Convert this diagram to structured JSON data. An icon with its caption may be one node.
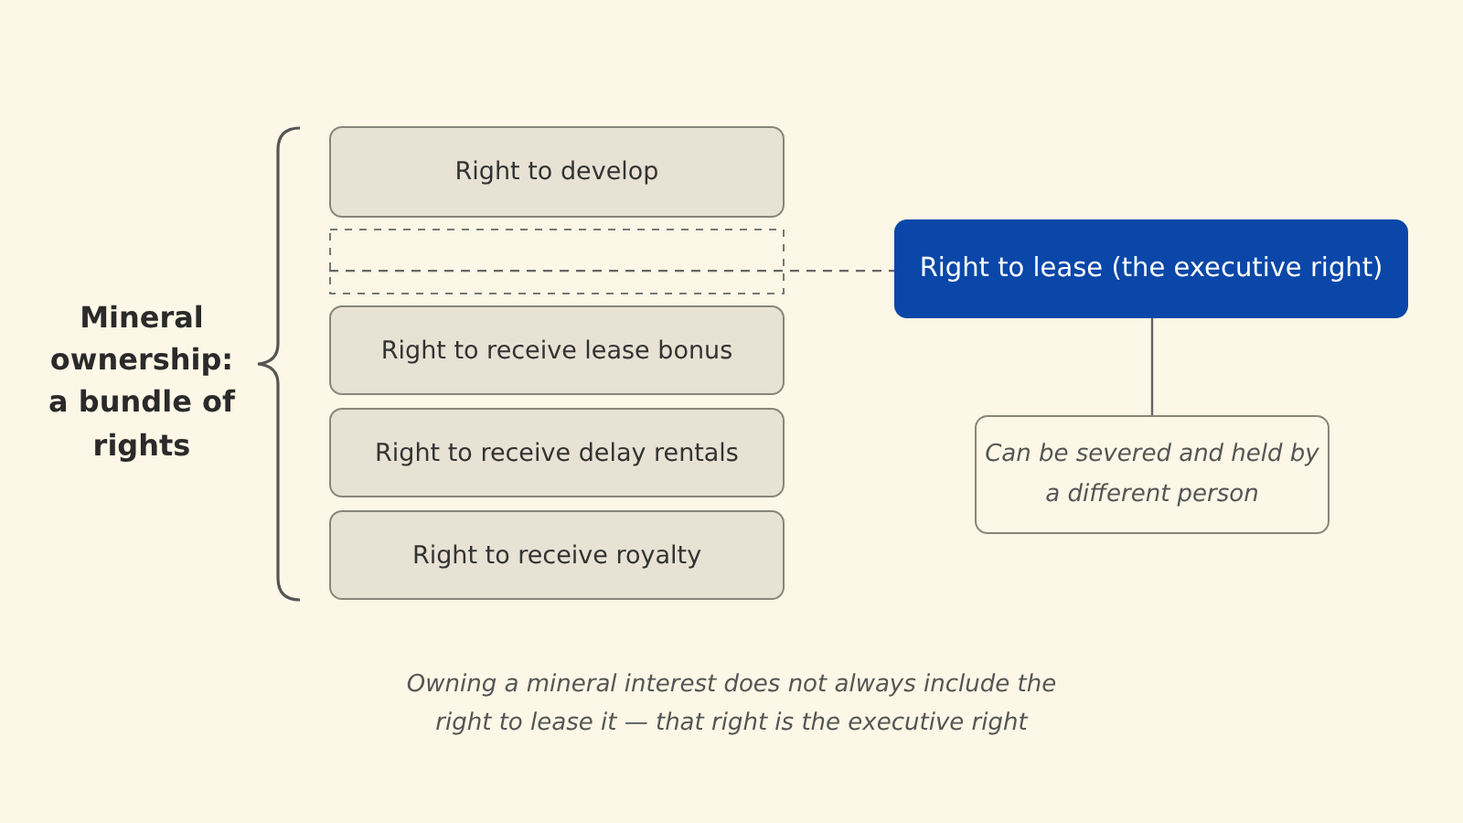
{
  "diagram": {
    "caption": "Owning a mineral interest does not always include the right to lease it — that right is the executive right",
    "nodes": [
      {
        "text": [
          "Right to develop"
        ]
      },
      {
        "text": [],
        "shape": "box"
      },
      {
        "text": [
          "Right to receive lease bonus"
        ]
      },
      {
        "text": [
          "Right to receive delay rentals"
        ]
      },
      {
        "text": [
          "Right to receive royalty"
        ]
      },
      {
        "text": [
          "Right to lease (the executive right)"
        ]
      },
      {
        "text": [
          "Can be severed and held by a different person"
        ]
      }
    ],
    "edges": [
      {
        "from": 1,
        "to": 5,
        "arrow": "none",
        "style": "dashed"
      },
      {
        "from": 5,
        "to": 6,
        "arrow": "none"
      }
    ],
    "labels": [
      "Mineral ownership: a bundle of rights"
    ]
  }
}
